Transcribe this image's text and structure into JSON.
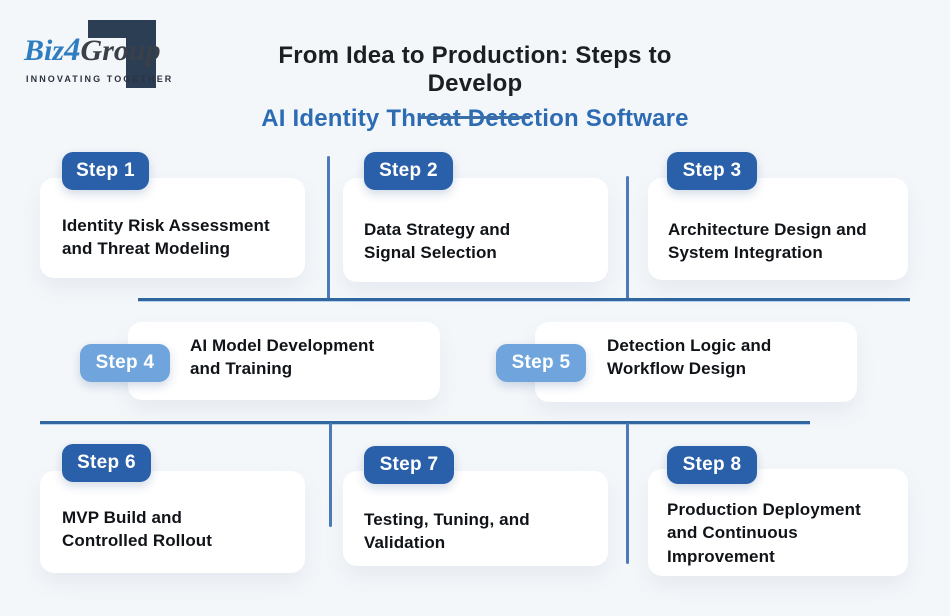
{
  "colors": {
    "background": "#f4f7fa",
    "badge_dark": "#2a5fa9",
    "badge_light": "#6fa5dc",
    "connector_blue": "#31669f",
    "title_accent": "#2d6cb3",
    "logo_navy": "#2c3e54",
    "logo_blue": "#2f7dc1"
  },
  "logo": {
    "brand_prefix": "Biz",
    "brand_digit": "4",
    "brand_suffix": "Group",
    "tagline": "INNOVATING TOGETHER"
  },
  "title": {
    "line1": "From Idea to Production: Steps to Develop",
    "line2": "AI Identity Threat Detection Software"
  },
  "steps": [
    {
      "label": "Step 1",
      "lines": [
        "Identity Risk Assessment",
        "and Threat Modeling"
      ]
    },
    {
      "label": "Step 2",
      "lines": [
        "Data Strategy and",
        "Signal Selection"
      ]
    },
    {
      "label": "Step 3",
      "lines": [
        "Architecture Design and",
        "System Integration"
      ]
    },
    {
      "label": "Step 4",
      "lines": [
        "AI Model Development",
        "and Training"
      ]
    },
    {
      "label": "Step 5",
      "lines": [
        "Detection Logic and",
        "Workflow Design"
      ]
    },
    {
      "label": "Step 6",
      "lines": [
        "MVP Build and",
        "Controlled Rollout"
      ]
    },
    {
      "label": "Step 7",
      "lines": [
        "Testing, Tuning, and",
        "Validation"
      ]
    },
    {
      "label": "Step 8",
      "lines": [
        "Production Deployment",
        "and Continuous",
        "Improvement"
      ]
    }
  ]
}
